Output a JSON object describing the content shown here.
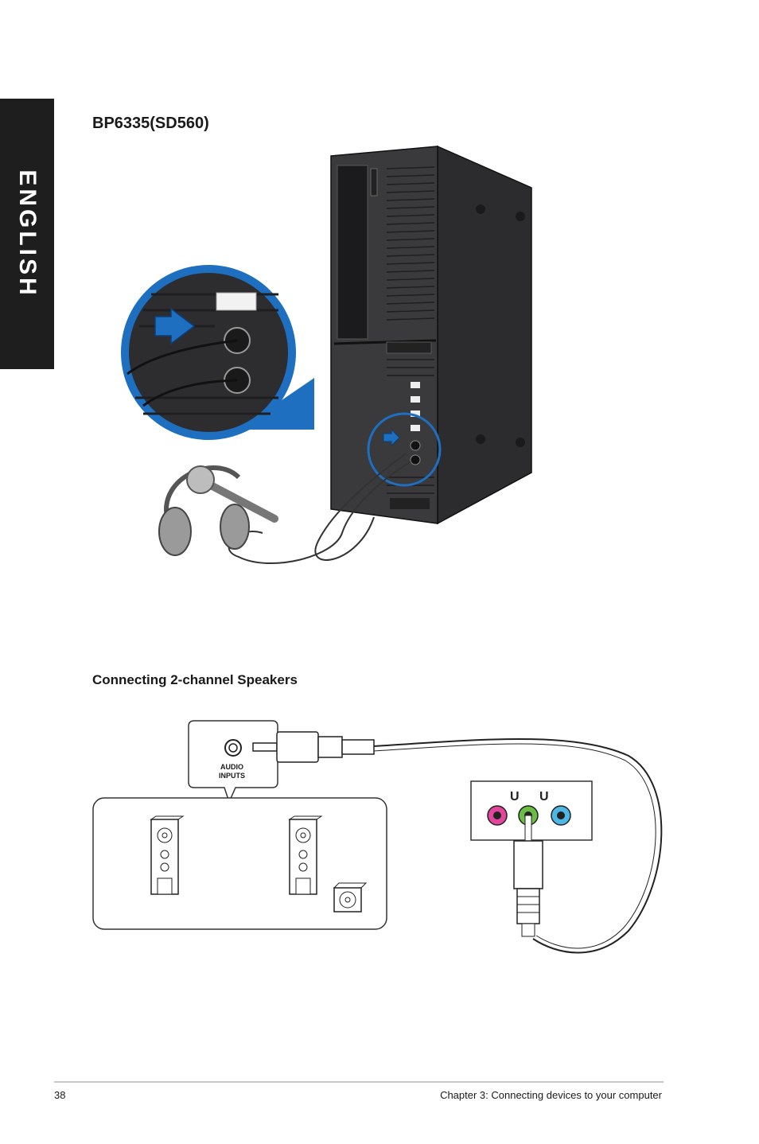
{
  "side_tab": {
    "label": "ENGLISH"
  },
  "section": {
    "model_title": "BP6335(SD560)",
    "speakers_title": "Connecting 2-channel Speakers"
  },
  "audio_inputs_label_line1": "AUDIO",
  "audio_inputs_label_line2": "INPUTS",
  "footer": {
    "page_number": "38",
    "chapter": "Chapter 3: Connecting devices to your computer"
  },
  "colors": {
    "tab": "#1e1e1e",
    "accent_blue": "#1e6fc0",
    "port_pink": "#e0479b",
    "port_green": "#6cbd45",
    "port_blue": "#4fb7e3"
  }
}
